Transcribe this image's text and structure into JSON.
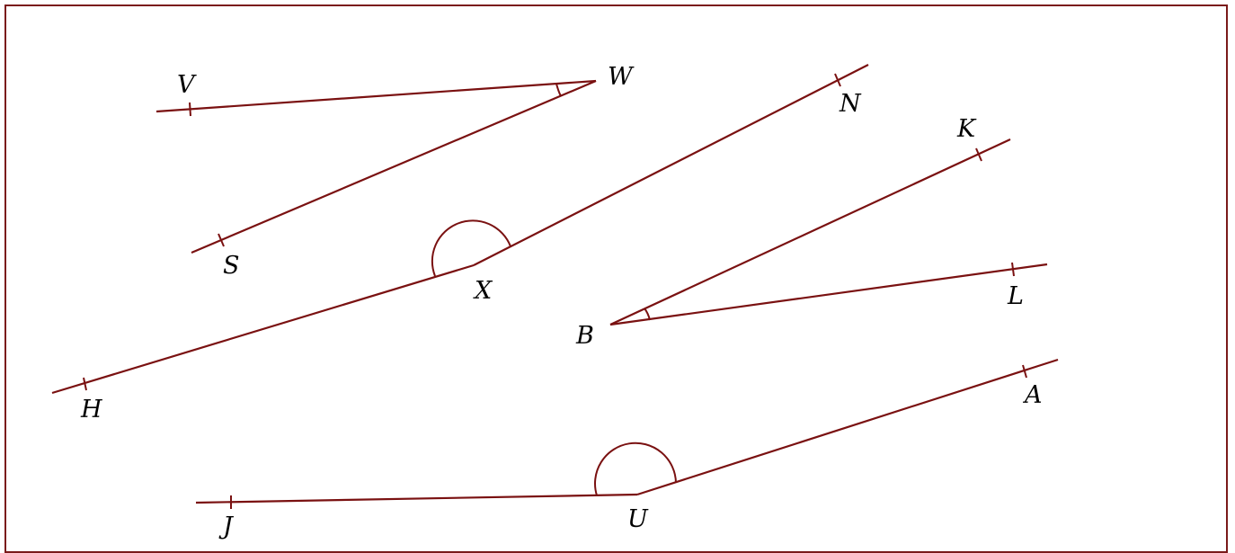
{
  "diagram": {
    "stroke_color": "#7a1111",
    "frame_color": "#7a1a1a",
    "angles": [
      {
        "name": "angle-VWS",
        "vertex": {
          "label": "W"
        },
        "arms": [
          {
            "label": "V"
          },
          {
            "label": "S"
          }
        ],
        "arc": "small"
      },
      {
        "name": "angle-HXN",
        "vertex": {
          "label": "X"
        },
        "arms": [
          {
            "label": "H"
          },
          {
            "label": "N"
          }
        ],
        "arc": "large"
      },
      {
        "name": "angle-KBL",
        "vertex": {
          "label": "B"
        },
        "arms": [
          {
            "label": "K"
          },
          {
            "label": "L"
          }
        ],
        "arc": "small"
      },
      {
        "name": "angle-JUA",
        "vertex": {
          "label": "U"
        },
        "arms": [
          {
            "label": "J"
          },
          {
            "label": "A"
          }
        ],
        "arc": "large"
      }
    ]
  }
}
